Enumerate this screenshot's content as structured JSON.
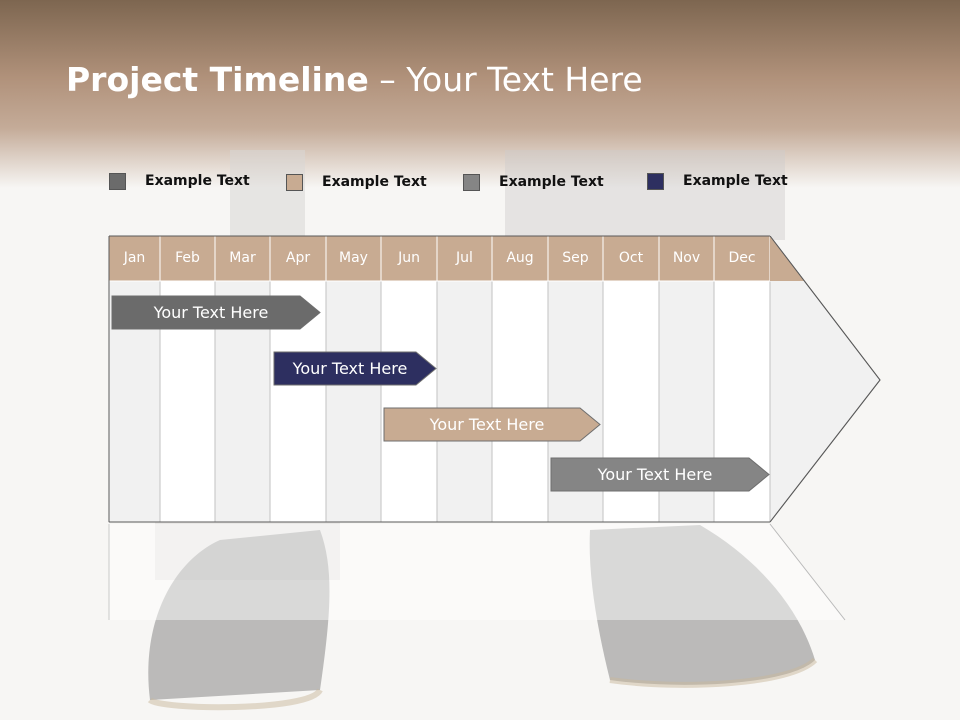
{
  "title": {
    "bold": "Project Timeline",
    "rest": " – Your Text Here"
  },
  "legend": [
    {
      "label": "Example Text",
      "color": "#6b6b6b"
    },
    {
      "label": "Example Text",
      "color": "#c8ab92"
    },
    {
      "label": "Example Text",
      "color": "#858585"
    },
    {
      "label": "Example Text",
      "color": "#2d2f60"
    }
  ],
  "timeline": {
    "months": [
      "Jan",
      "Feb",
      "Mar",
      "Apr",
      "May",
      "Jun",
      "Jul",
      "Aug",
      "Sep",
      "Oct",
      "Nov",
      "Dec"
    ],
    "header_color": "#c8ab92",
    "tasks": [
      {
        "label": "Your  Text Here",
        "color": "#6b6b6b"
      },
      {
        "label": "Your  Text Here",
        "color": "#2d2f60"
      },
      {
        "label": "Your  Text Here",
        "color": "#c8ab92"
      },
      {
        "label": "Your  Text Here",
        "color": "#858585"
      }
    ]
  }
}
